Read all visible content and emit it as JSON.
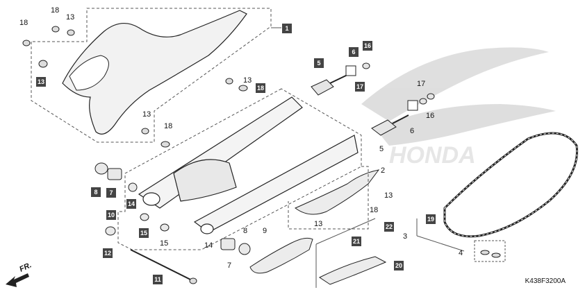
{
  "diagram": {
    "code": "K438F3200A",
    "direction_label": "FR.",
    "watermark": "HONDA",
    "plain_labels": [
      {
        "id": "l18a",
        "text": "18"
      },
      {
        "id": "l13a",
        "text": "13"
      },
      {
        "id": "l18b",
        "text": "18"
      },
      {
        "id": "l13b",
        "text": "13"
      },
      {
        "id": "l13c",
        "text": "13"
      },
      {
        "id": "l18c",
        "text": "18"
      },
      {
        "id": "l2",
        "text": "2"
      },
      {
        "id": "l13d",
        "text": "13"
      },
      {
        "id": "l18d",
        "text": "18"
      },
      {
        "id": "l13e",
        "text": "13"
      },
      {
        "id": "l15",
        "text": "15"
      },
      {
        "id": "l14",
        "text": "14"
      },
      {
        "id": "l7",
        "text": "7"
      },
      {
        "id": "l8",
        "text": "8"
      },
      {
        "id": "l9",
        "text": "9"
      },
      {
        "id": "l17",
        "text": "17"
      },
      {
        "id": "l16",
        "text": "16"
      },
      {
        "id": "l6",
        "text": "6"
      },
      {
        "id": "l5",
        "text": "5"
      },
      {
        "id": "l3",
        "text": "3"
      },
      {
        "id": "l4",
        "text": "4"
      }
    ],
    "boxed_labels": [
      {
        "id": "b1",
        "text": "1"
      },
      {
        "id": "b13",
        "text": "13"
      },
      {
        "id": "b18",
        "text": "18"
      },
      {
        "id": "b5",
        "text": "5"
      },
      {
        "id": "b6",
        "text": "6"
      },
      {
        "id": "b16",
        "text": "16"
      },
      {
        "id": "b17",
        "text": "17"
      },
      {
        "id": "b8",
        "text": "8"
      },
      {
        "id": "b7",
        "text": "7"
      },
      {
        "id": "b14",
        "text": "14"
      },
      {
        "id": "b10",
        "text": "10"
      },
      {
        "id": "b15",
        "text": "15"
      },
      {
        "id": "b12",
        "text": "12"
      },
      {
        "id": "b11",
        "text": "11"
      },
      {
        "id": "b22",
        "text": "22"
      },
      {
        "id": "b21",
        "text": "21"
      },
      {
        "id": "b20",
        "text": "20"
      },
      {
        "id": "b19",
        "text": "19"
      }
    ]
  }
}
